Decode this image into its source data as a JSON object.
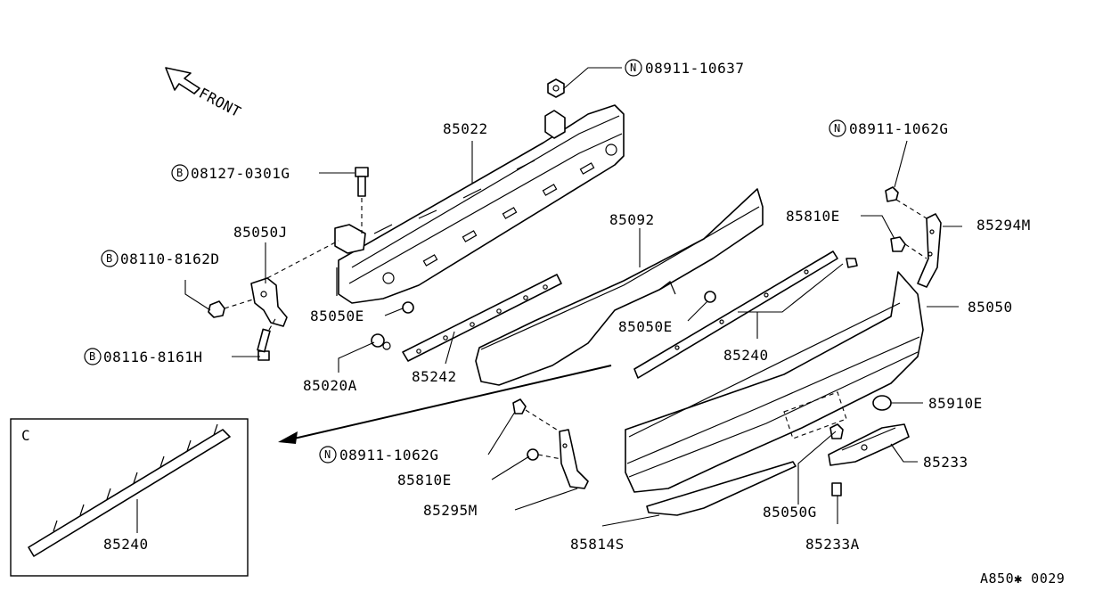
{
  "front_label": "FRONT",
  "inset_label": "C",
  "footer_code": "A850✱ 0029",
  "callouts": [
    {
      "id": "c1",
      "prefix": "N",
      "text": "08911-10637"
    },
    {
      "id": "c2",
      "prefix": "",
      "text": "85022"
    },
    {
      "id": "c3",
      "prefix": "B",
      "text": "08127-0301G"
    },
    {
      "id": "c4",
      "prefix": "",
      "text": "85050J"
    },
    {
      "id": "c5",
      "prefix": "B",
      "text": "08110-8162D"
    },
    {
      "id": "c6",
      "prefix": "",
      "text": "85050E"
    },
    {
      "id": "c7",
      "prefix": "B",
      "text": "08116-8161H"
    },
    {
      "id": "c8",
      "prefix": "",
      "text": "85020A"
    },
    {
      "id": "c9",
      "prefix": "",
      "text": "85242"
    },
    {
      "id": "c10",
      "prefix": "",
      "text": "85092"
    },
    {
      "id": "c11",
      "prefix": "",
      "text": "85050E"
    },
    {
      "id": "c12",
      "prefix": "N",
      "text": "08911-1062G"
    },
    {
      "id": "c13",
      "prefix": "",
      "text": "85810E"
    },
    {
      "id": "c14",
      "prefix": "",
      "text": "85294M"
    },
    {
      "id": "c15",
      "prefix": "",
      "text": "85240"
    },
    {
      "id": "c16",
      "prefix": "",
      "text": "85050"
    },
    {
      "id": "c17",
      "prefix": "",
      "text": "85910E"
    },
    {
      "id": "c18",
      "prefix": "",
      "text": "85233"
    },
    {
      "id": "c19",
      "prefix": "",
      "text": "85050G"
    },
    {
      "id": "c20",
      "prefix": "",
      "text": "85233A"
    },
    {
      "id": "c21",
      "prefix": "",
      "text": "85814S"
    },
    {
      "id": "c22",
      "prefix": "N",
      "text": "08911-1062G"
    },
    {
      "id": "c23",
      "prefix": "",
      "text": "85810E"
    },
    {
      "id": "c24",
      "prefix": "",
      "text": "85295M"
    },
    {
      "id": "c25",
      "prefix": "",
      "text": "85240"
    }
  ]
}
